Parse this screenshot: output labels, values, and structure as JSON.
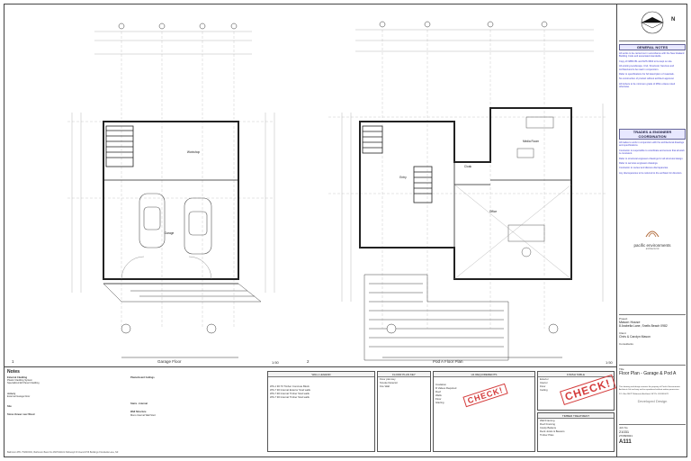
{
  "plans": {
    "left_title": "Garage Floor",
    "left_scale": "1:50",
    "right_title": "Pod A Floor Plan",
    "right_scale": "1:50",
    "left_number": "1",
    "right_number": "2",
    "rooms": {
      "workshop": "Workshop",
      "garage": "Garage",
      "media": "Media Room",
      "entry": "Entry",
      "office": "Office",
      "cloak": "Cloak"
    }
  },
  "stamps": {
    "check": "CHECK!"
  },
  "bottom": {
    "notes_title": "Notes",
    "notes_col1": [
      "External Cladding",
      "Plastic Cladding System",
      "Specialized EZ Panel Cladding",
      "Joinery",
      "External Garage Door",
      "Site",
      "Stone Veneer over Wood"
    ],
    "notes_col2": [
      "Plasterboard Ceilings",
      "Stairs - Internal",
      "Wall Structure",
      "Mono Internal Wall Stud"
    ],
    "wall_legend_title": "WALL LEGEND",
    "wall_legend": [
      "WS-1 90.70 Timber Concrete Block",
      "WS-7 90 Internal Exterior Stud walls",
      "WS-7.90 Internal Timber Stud walls",
      "WS-7 90 Internal Timber Stud walls"
    ],
    "floorplan_title": "FLOOR PLAN KEY",
    "floorplan_rows": [
      "Floor plan key",
      "Smoke Detector",
      "Fire Wall"
    ],
    "h1_title": "H1 REQUIREMENTS",
    "h1_rows": [
      "Insulation",
      "R Values Required",
      "Roof",
      "Walls",
      "Floor",
      "Glazing"
    ],
    "finish_title": "FINISH TABLE",
    "finish_rows": [
      "Exterior",
      "Interior",
      "Floor",
      "Ceiling"
    ],
    "timber_title": "TIMBER TREATMENT",
    "timber_rows": [
      "Wall Framing",
      "Roof Framing",
      "Cavity Battens",
      "Deck Joists & Bearers",
      "Timber Piles"
    ],
    "footer_text": "Bathroom PPL 75186 R0C, Bathroom Basin No 4507941101 Pathway0 D:\\Users\\1706 Buildings 8 Arabella Lane, NZ"
  },
  "titleblock": {
    "north_label": "N",
    "general_notes_title": "GENERAL NOTES",
    "general_notes": [
      "All works to be carried out in accordance with the New Zealand Building Code and associated standards.",
      "Copy of NZBC B1 and NZS 3604 to be kept on site.",
      "All existing Landscape, Civil, Structural, Services and Architectural to be read in conjunction.",
      "Refer to specifications for full description of materials.",
      "No construction of product without architect approval.",
      "All timbers to be minimum grade of MSG unless noted otherwise."
    ],
    "trades_title": "TRADES & ENGINEER COORDINATION",
    "trades_notes": [
      "All trades to work in conjunction with the architectural drawings and specifications.",
      "Contractor is responsible to coordinate and ensure that all work is consistent.",
      "Refer to structural engineers drawings for all structural design.",
      "Refer to services engineers drawings.",
      "Contractor to review and discuss discrepancies.",
      "Any discrepancies to be referred to the architect for direction."
    ],
    "logo_name": "pacific environments",
    "logo_sub": "architects ltd",
    "project_label": "Project",
    "project_name": "Mason House",
    "project_address": "8 Arabella Lane, Snells Beach 0982",
    "client_label": "Client",
    "client_name": "Chris & Carolyn Mason",
    "consultants_label": "Consultants",
    "title_label": "Title",
    "drawing_title": "Floor Plan - Garage & Pod A",
    "copyright": "This drawing and design remains the property of Pacific Environments Architects Ltd and may not be reproduced without written permission.",
    "contact": "P.O. Box 96077 Balmoral, Auckland, NZ  Ph: 09 638 6071",
    "stage": "Developed Design",
    "job_no_label": "Job No",
    "job_no": "21031",
    "date": "27/08/2021",
    "sheet_no": "A111"
  },
  "colors": {
    "line": "#222222",
    "blue_text": "#3a3ad0",
    "stamp_red": "#d43a3a",
    "header_fill": "#e8e8ff"
  }
}
